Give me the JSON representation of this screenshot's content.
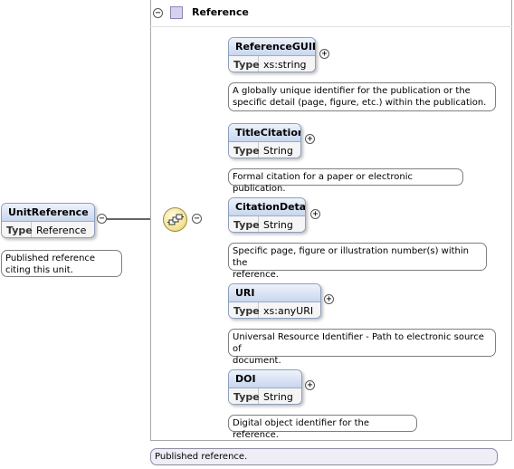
{
  "root": {
    "name": "UnitReference",
    "type_label": "Type",
    "type_value": "Reference",
    "doc": [
      "Published reference",
      "citing this unit."
    ]
  },
  "container": {
    "title": "Reference",
    "doc": "Published reference."
  },
  "children": [
    {
      "name": "ReferenceGUID",
      "type_label": "Type",
      "type_value": "xs:string",
      "doc": [
        "A globally unique identifier for the publication or the",
        "specific detail (page, figure, etc.) within the publication."
      ]
    },
    {
      "name": "TitleCitation",
      "type_label": "Type",
      "type_value": "String",
      "doc": [
        "Formal citation for a paper or electronic publication."
      ]
    },
    {
      "name": "CitationDetail",
      "type_label": "Type",
      "type_value": "String",
      "doc": [
        "Specific page, figure or illustration number(s) within the",
        "reference."
      ]
    },
    {
      "name": "URI",
      "type_label": "Type",
      "type_value": "xs:anyURI",
      "doc": [
        "Universal Resource Identifier - Path to electronic source of",
        "document."
      ]
    },
    {
      "name": "DOI",
      "type_label": "Type",
      "type_value": "String",
      "doc": [
        "Digital object identifier for the reference."
      ]
    }
  ],
  "icons": {
    "collapse": "minus-circle-icon",
    "expand": "plus-circle-icon",
    "sequence": "sequence-compositor-icon",
    "complex_type": "complex-type-icon"
  },
  "colors": {
    "header_gradient_top": "#eef3fb",
    "header_gradient_bottom": "#c8d6ee",
    "container_icon": "#d6d2ec",
    "sequence": "#f2e08e"
  }
}
